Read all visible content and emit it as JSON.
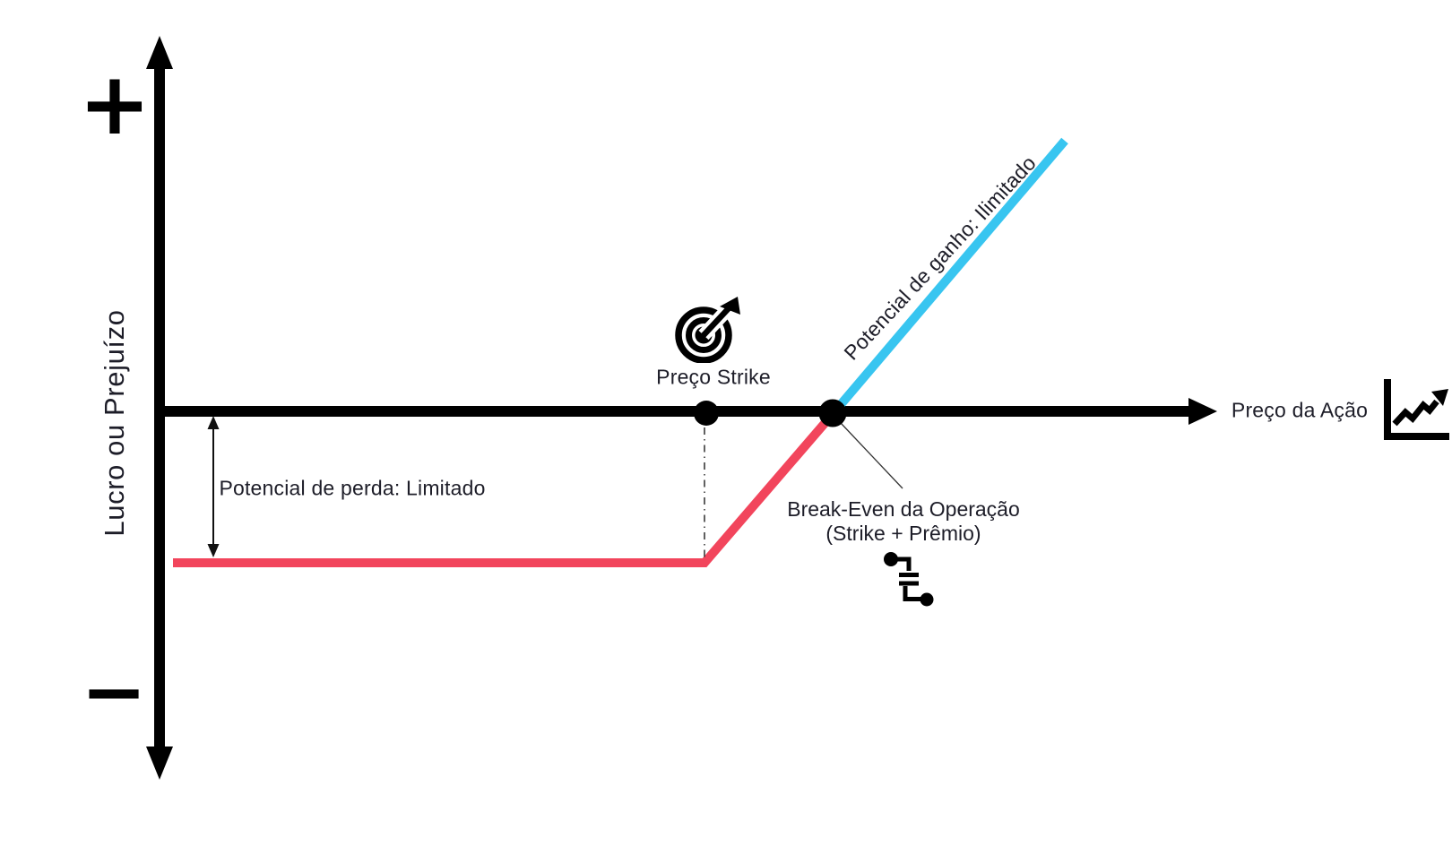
{
  "figure": {
    "background": "#ffffff",
    "text_color": "#1d1d28",
    "axis_color": "#000000",
    "loss_line_color": "#f2455c",
    "gain_line_color": "#38c5f0",
    "plus_symbol": "+",
    "minus_symbol": "−",
    "y_axis_label": "Lucro ou Prejuízo",
    "x_axis_label": "Preço da Ação",
    "strike_label": "Preço Strike",
    "break_even_label_line1": "Break-Even da Operação",
    "break_even_label_line2": "(Strike + Prêmio)",
    "loss_label": "Potencial de perda: Limitado",
    "gain_label": "Potencial de ganho: Ilimitado",
    "icons": {
      "strike_icon": "target-icon",
      "break_even_icon": "broken-connection-icon",
      "x_axis_icon": "line-chart-icon"
    }
  },
  "chart_data": {
    "type": "line",
    "title": "",
    "xlabel": "Preço da Ação",
    "ylabel": "Lucro ou Prejuízo",
    "grid": false,
    "legend": "none",
    "numeric_axes": false,
    "y_unit": "múltiplos do prêmio pago (perda máxima = -1)",
    "x_unit": "fração do comprimento do eixo x",
    "series": [
      {
        "name": "Potencial de perda: Limitado",
        "color": "#f2455c",
        "points": [
          {
            "x": 0.018,
            "y": -1.0
          },
          {
            "x": 0.518,
            "y": -1.0
          },
          {
            "x": 0.639,
            "y": 0.0
          }
        ]
      },
      {
        "name": "Potencial de ganho: Ilimitado",
        "color": "#38c5f0",
        "points": [
          {
            "x": 0.639,
            "y": 0.0
          },
          {
            "x": 0.857,
            "y": 1.79
          }
        ]
      }
    ],
    "markers": [
      {
        "label": "Preço Strike",
        "x": 0.52,
        "y": 0
      },
      {
        "label": "Break-Even da Operação (Strike + Prêmio)",
        "x": 0.639,
        "y": 0
      }
    ],
    "annotations": [
      "Potencial de perda: Limitado",
      "Potencial de ganho: Ilimitado"
    ]
  }
}
